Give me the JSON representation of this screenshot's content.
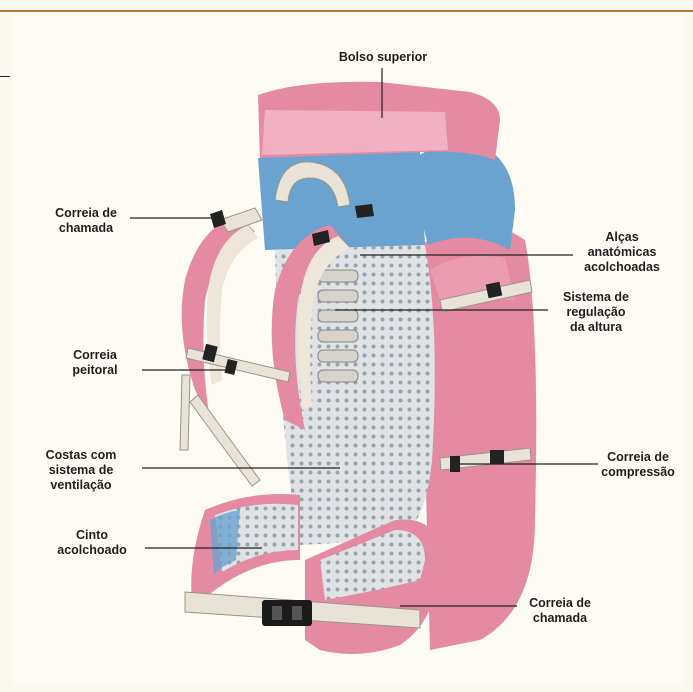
{
  "labels": {
    "bolso_superior": "Bolso superior",
    "correia_chamada_top": "Correia de\nchamada",
    "alcas": "Alças\nanatómicas\nacolchoadas",
    "sistema_regulacao": "Sistema de\nregulação\nda altura",
    "correia_peitoral": "Correia\npeitoral",
    "costas": "Costas com\nsistema de\nventilação",
    "correia_compressao": "Correia de\ncompressão",
    "cinto": "Cinto\nacolchoado",
    "correia_chamada_bottom": "Correia de\nchamada"
  },
  "colors": {
    "pink": "#e58aa3",
    "pink_light": "#f3b9c8",
    "blue": "#6aa3cf",
    "strap": "#e9e2d6",
    "mesh": "#d9dde0",
    "rule": "#b57d2a"
  }
}
